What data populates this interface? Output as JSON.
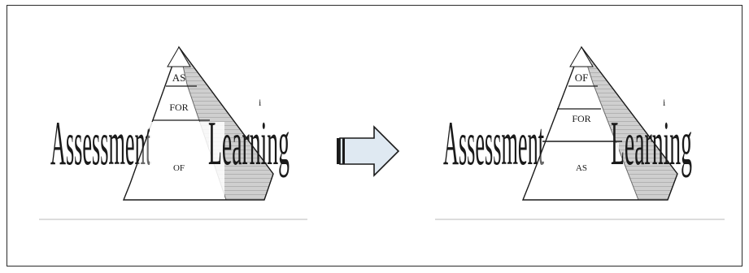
{
  "left_diagram": {
    "word_left": "Assessment",
    "word_right": "Learning",
    "superscript": "i",
    "levels": [
      "AS",
      "FOR",
      "OF"
    ]
  },
  "arrow": {
    "direction": "right"
  },
  "right_diagram": {
    "word_left": "Assessment",
    "word_right": "Learning",
    "superscript": "i",
    "levels": [
      "OF",
      "FOR",
      "AS"
    ]
  },
  "colors": {
    "frame": "#2a2a2a",
    "line": "#1a1a1a",
    "arrow_fill": "#dfe9f2",
    "shade": "#9a9a9a",
    "baseline": "#c8c8c8"
  }
}
